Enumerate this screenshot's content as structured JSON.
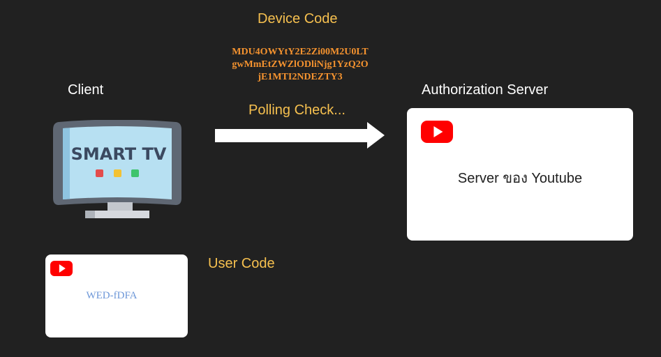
{
  "device_code": {
    "title": "Device Code",
    "lines": [
      "MDU4OWYtY2E2Zi00M2U0LT",
      "gwMmEtZWZlODliNjg1YzQ2O",
      "jE1MTI2NDEZTY3"
    ]
  },
  "client": {
    "label": "Client",
    "tv_text": "SMART TV",
    "icon": "smart-tv-icon"
  },
  "polling": {
    "label": "Polling Check..."
  },
  "authorization_server": {
    "label": "Authorization Server",
    "card_text": "Server ของ Youtube",
    "icon": "youtube-logo-icon"
  },
  "user_code": {
    "label": "User Code",
    "value": "WED-fDFA",
    "icon": "youtube-logo-icon"
  },
  "colors": {
    "background": "#212121",
    "title_yellow": "#f6c04f",
    "device_code_orange": "#f5932f",
    "user_code_blue": "#6d97d8",
    "youtube_red": "#ff0000"
  }
}
